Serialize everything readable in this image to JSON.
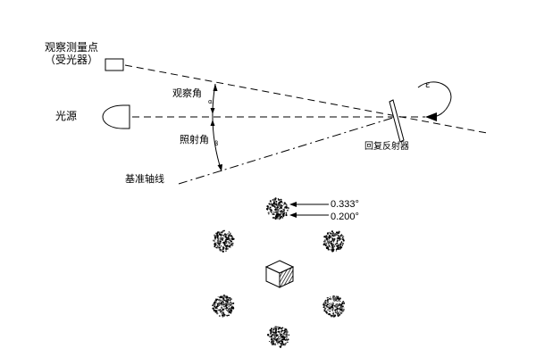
{
  "labels": {
    "receiver": "观察测量点",
    "receiver_sub": "（受光器）",
    "source": "光源",
    "observation_angle": "观察角",
    "observation_symbol": "α",
    "illumination_angle": "照射角",
    "illumination_symbol": "β",
    "reference_axis": "基准轴线",
    "retroreflector": "回复反射器",
    "rotation_symbol": "ε",
    "angle_upper": "0.333°",
    "angle_lower": "0.200°"
  },
  "colors": {
    "line": "#000000",
    "background": "#ffffff"
  }
}
